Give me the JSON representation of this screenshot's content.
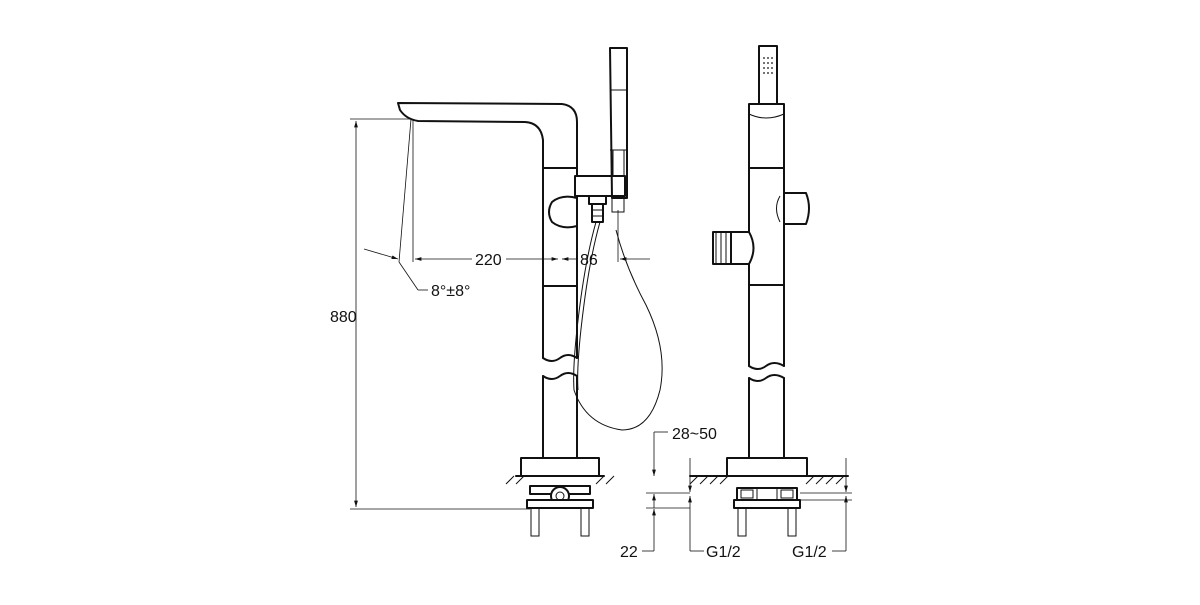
{
  "dimensions": {
    "total_height": "880",
    "spout_reach": "220",
    "hand_shower_offset": "86",
    "spout_angle": "8°±8°",
    "floor_thickness": "28~50",
    "connection_depth": "22",
    "inlet_left": "G1/2",
    "inlet_right": "G1/2"
  },
  "colors": {
    "line": "#111111",
    "background": "#ffffff"
  }
}
